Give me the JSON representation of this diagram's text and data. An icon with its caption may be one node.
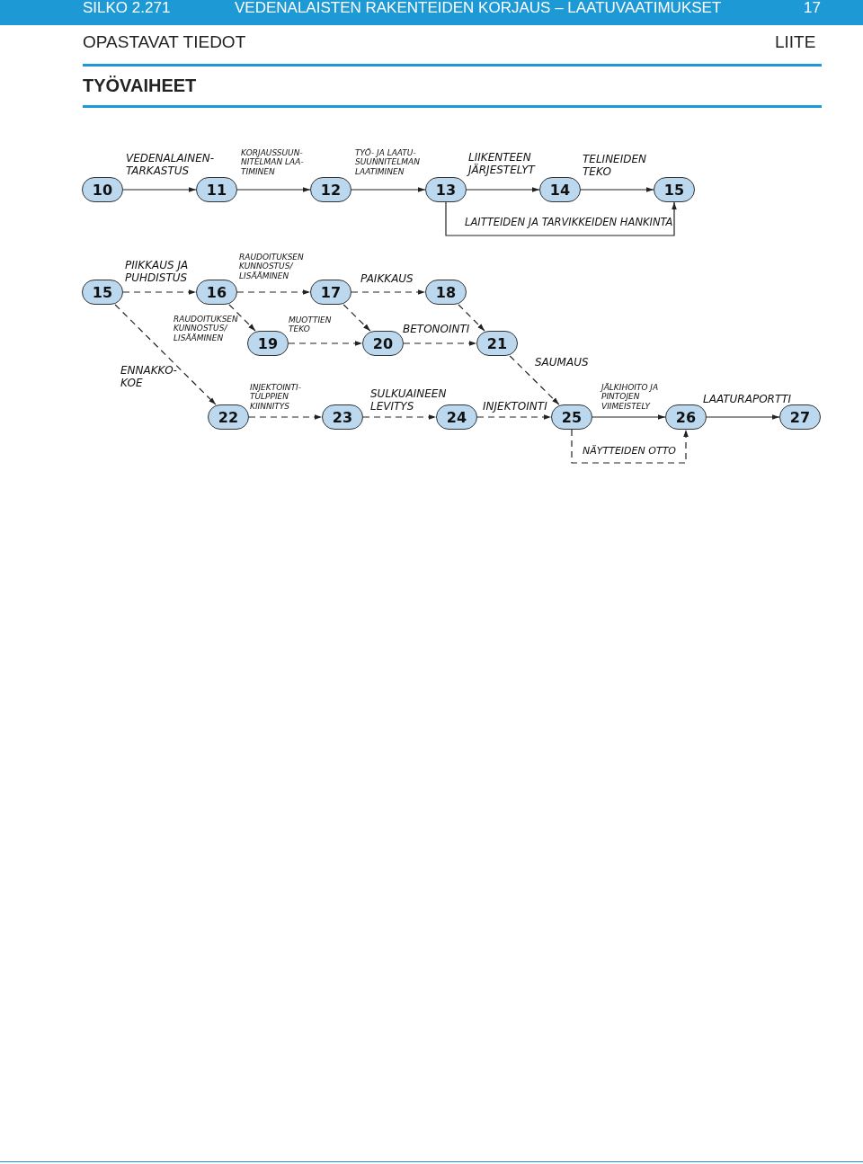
{
  "diagram": {
    "title": "TYÖVAIHEET",
    "nodes": [
      {
        "text": [
          "10"
        ]
      },
      {
        "text": [
          "11"
        ]
      },
      {
        "text": [
          "12"
        ]
      },
      {
        "text": [
          "13"
        ]
      },
      {
        "text": [
          "14"
        ]
      },
      {
        "text": [
          "15"
        ]
      },
      {
        "text": [
          "15"
        ]
      },
      {
        "text": [
          "16"
        ]
      },
      {
        "text": [
          "17"
        ]
      },
      {
        "text": [
          "18"
        ]
      },
      {
        "text": [
          "19"
        ]
      },
      {
        "text": [
          "20"
        ]
      },
      {
        "text": [
          "21"
        ]
      },
      {
        "text": [
          "22"
        ]
      },
      {
        "text": [
          "23"
        ]
      },
      {
        "text": [
          "24"
        ]
      },
      {
        "text": [
          "25"
        ]
      },
      {
        "text": [
          "26"
        ]
      },
      {
        "text": [
          "27"
        ]
      }
    ],
    "edges": [
      {
        "from": 0,
        "to": 1,
        "arrow": "to",
        "label": "VEDENALAINEN- TARKASTUS"
      },
      {
        "from": 1,
        "to": 2,
        "arrow": "to",
        "label": "KORJAUSSUUN- NITELMAN LAA- TIMINEN"
      },
      {
        "from": 2,
        "to": 3,
        "arrow": "to",
        "label": "TYÖ- JA LAATU- SUUNNITELMAN LAATIMINEN"
      },
      {
        "from": 3,
        "to": 4,
        "arrow": "to",
        "label": "LIIKENTEEN JÄRJESTELYT"
      },
      {
        "from": 4,
        "to": 5,
        "arrow": "to",
        "label": "TELINEIDEN TEKO"
      },
      {
        "from": 3,
        "to": 5,
        "arrow": "to",
        "label": "LAITTEIDEN JA TARVIKKEIDEN HANKINTA"
      },
      {
        "from": 6,
        "to": 7,
        "arrow": "to",
        "label": "PIIKKAUS JA PUHDISTUS",
        "style": "dashed"
      },
      {
        "from": 7,
        "to": 8,
        "arrow": "to",
        "label": "RAUDOITUKSEN KUNNOSTUS/ LISÄÄMINEN",
        "style": "dashed"
      },
      {
        "from": 8,
        "to": 9,
        "arrow": "to",
        "label": "PAIKKAUS",
        "style": "dashed"
      },
      {
        "from": 7,
        "to": 10,
        "arrow": "to",
        "label": "RAUDOITUKSEN KUNNOSTUS/ LISÄÄMINEN",
        "style": "dashed"
      },
      {
        "from": 8,
        "to": 11,
        "arrow": "to",
        "style": "dashed"
      },
      {
        "from": 9,
        "to": 12,
        "arrow": "to",
        "style": "dashed"
      },
      {
        "from": 10,
        "to": 11,
        "arrow": "to",
        "label": "MUOTTIEN TEKO",
        "style": "dashed"
      },
      {
        "from": 11,
        "to": 12,
        "arrow": "to",
        "label": "BETONOINTI",
        "style": "dashed"
      },
      {
        "from": 6,
        "to": 13,
        "arrow": "to",
        "label": "ENNAKKO- KOE",
        "style": "dashed"
      },
      {
        "from": 13,
        "to": 14,
        "arrow": "to",
        "label": "INJEKTOINTI- TULPPIEN KIINNITYS",
        "style": "dashed"
      },
      {
        "from": 14,
        "to": 15,
        "arrow": "to",
        "label": "SULKUAINEEN LEVITYS",
        "style": "dashed"
      },
      {
        "from": 15,
        "to": 16,
        "arrow": "to",
        "label": "INJEKTOINTI",
        "style": "dashed"
      },
      {
        "from": 12,
        "to": 16,
        "arrow": "to",
        "label": "SAUMAUS",
        "style": "dashed"
      },
      {
        "from": 16,
        "to": 17,
        "arrow": "to",
        "label": "JÄLKIHOITO JA PINTOJEN VIIMEISTELY"
      },
      {
        "from": 17,
        "to": 18,
        "arrow": "to",
        "label": "LAATURAPORTTI"
      },
      {
        "from": 16,
        "to": 17,
        "arrow": "to",
        "label": "NÄYTTEIDEN OTTO",
        "style": "dashed"
      }
    ],
    "labels": [
      "SILKO 2.271",
      "VEDENALAISTEN RAKENTEIDEN KORJAUS – LAATUVAATIMUKSET",
      "17",
      "OPASTAVAT TIEDOT",
      "LIITE"
    ]
  }
}
